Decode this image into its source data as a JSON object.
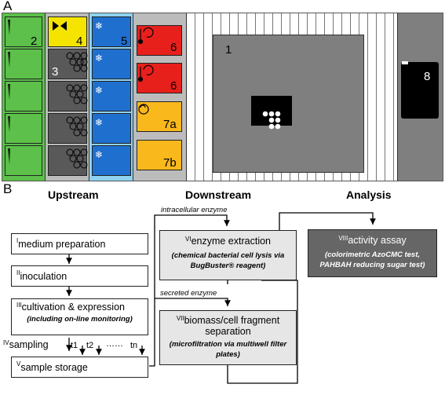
{
  "panel_a": {
    "label": "A",
    "plates": [
      {
        "number": "2"
      },
      {
        "number": "3"
      },
      {
        "number": "4"
      },
      {
        "number": "5"
      },
      {
        "number": "6"
      },
      {
        "number": "6"
      },
      {
        "number": "7a"
      },
      {
        "number": "7b"
      },
      {
        "number": "1"
      },
      {
        "number": "8"
      }
    ],
    "colors": {
      "green": "#5cc04a",
      "yellow": "#f5e400",
      "dark_gray": "#595959",
      "blue": "#1f6fcf",
      "red": "#e8201c",
      "orange": "#f9b81c",
      "reader": "#7f7f7f"
    }
  },
  "panel_b": {
    "label": "B",
    "headers": [
      "Upstream",
      "Downstream",
      "Analysis"
    ],
    "annotations": {
      "intracellular": "intracellular enzyme",
      "secreted": "secreted enzyme"
    },
    "steps": {
      "s1": {
        "sup": "I",
        "text": "medium preparation"
      },
      "s2": {
        "sup": "II",
        "text": "inoculation"
      },
      "s3": {
        "sup": "III",
        "text": "cultivation & expression",
        "sub": "(including on-line monitoring)"
      },
      "s4": {
        "sup": "IV",
        "text": "sampling"
      },
      "s5": {
        "sup": "V",
        "text": "sample storage"
      },
      "s6": {
        "sup": "VI",
        "text": "enzyme extraction",
        "sub": "(chemical bacterial cell lysis via BugBuster® reagent)"
      },
      "s7": {
        "sup": "VII",
        "text": "biomass/cell fragment separation",
        "sub": "(microfiltration via multiwell filter plates)"
      },
      "s8": {
        "sup": "VIII",
        "text": "activity assay",
        "sub": "(colorimetric AzoCMC test, PAHBAH reducing sugar test)"
      }
    },
    "timepoints": [
      "t1",
      "t2",
      "……",
      "tn"
    ]
  }
}
